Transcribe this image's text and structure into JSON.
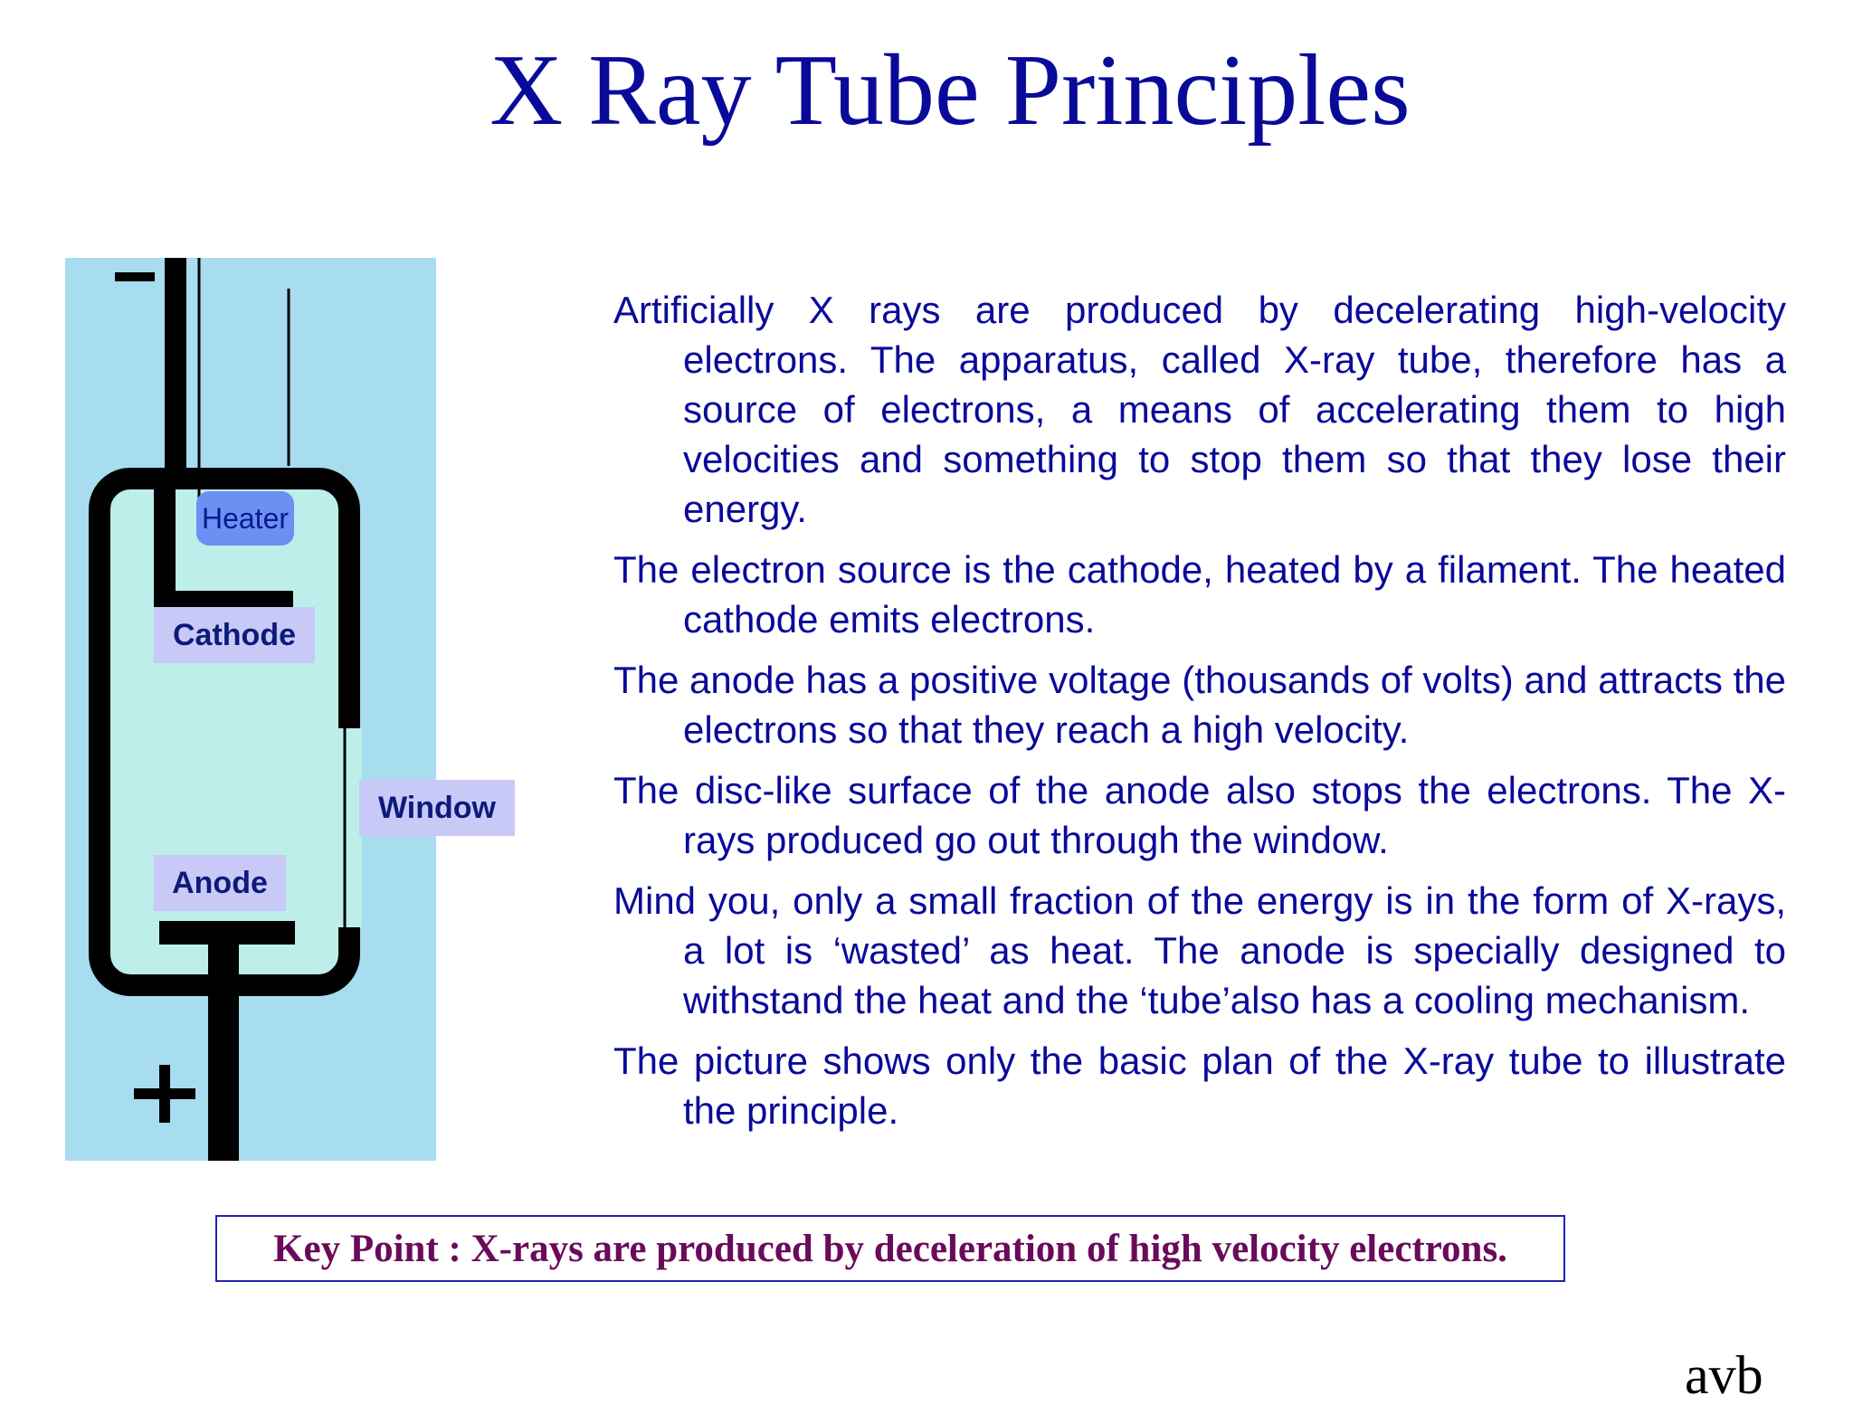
{
  "slide": {
    "title": "X Ray Tube Principles",
    "diagram": {
      "minus_sign": "−",
      "plus_sign": "+",
      "labels": {
        "heater": "Heater",
        "cathode": "Cathode",
        "window": "Window",
        "anode": "Anode"
      },
      "colors": {
        "background": "#a8dcef",
        "tube_interior": "#bdeeea",
        "heater_label": "#6b8ff3",
        "label_box": "#c9c9f7"
      }
    },
    "paragraphs": [
      "Artificially X rays are produced by decelerating high-velocity electrons. The apparatus, called X-ray tube, therefore has a source of electrons, a means of accelerating them to high velocities and something to stop them so that they lose their energy.",
      "The electron source is the cathode, heated by a filament. The heated cathode emits electrons.",
      "The anode has a positive voltage (thousands of volts) and attracts the electrons so that they reach a high velocity.",
      "The disc-like surface of the anode also stops the electrons. The X-rays produced go out through the window.",
      "Mind you, only a small fraction of the energy is in the form of X-rays, a lot is ‘wasted’ as heat. The anode is specially designed to withstand the heat and the ‘tube’also has a cooling mechanism.",
      "The picture shows only the basic plan of the X-ray tube to illustrate the principle."
    ],
    "key_point": "Key Point : X-rays are produced by deceleration of high velocity electrons.",
    "author": "avb"
  }
}
